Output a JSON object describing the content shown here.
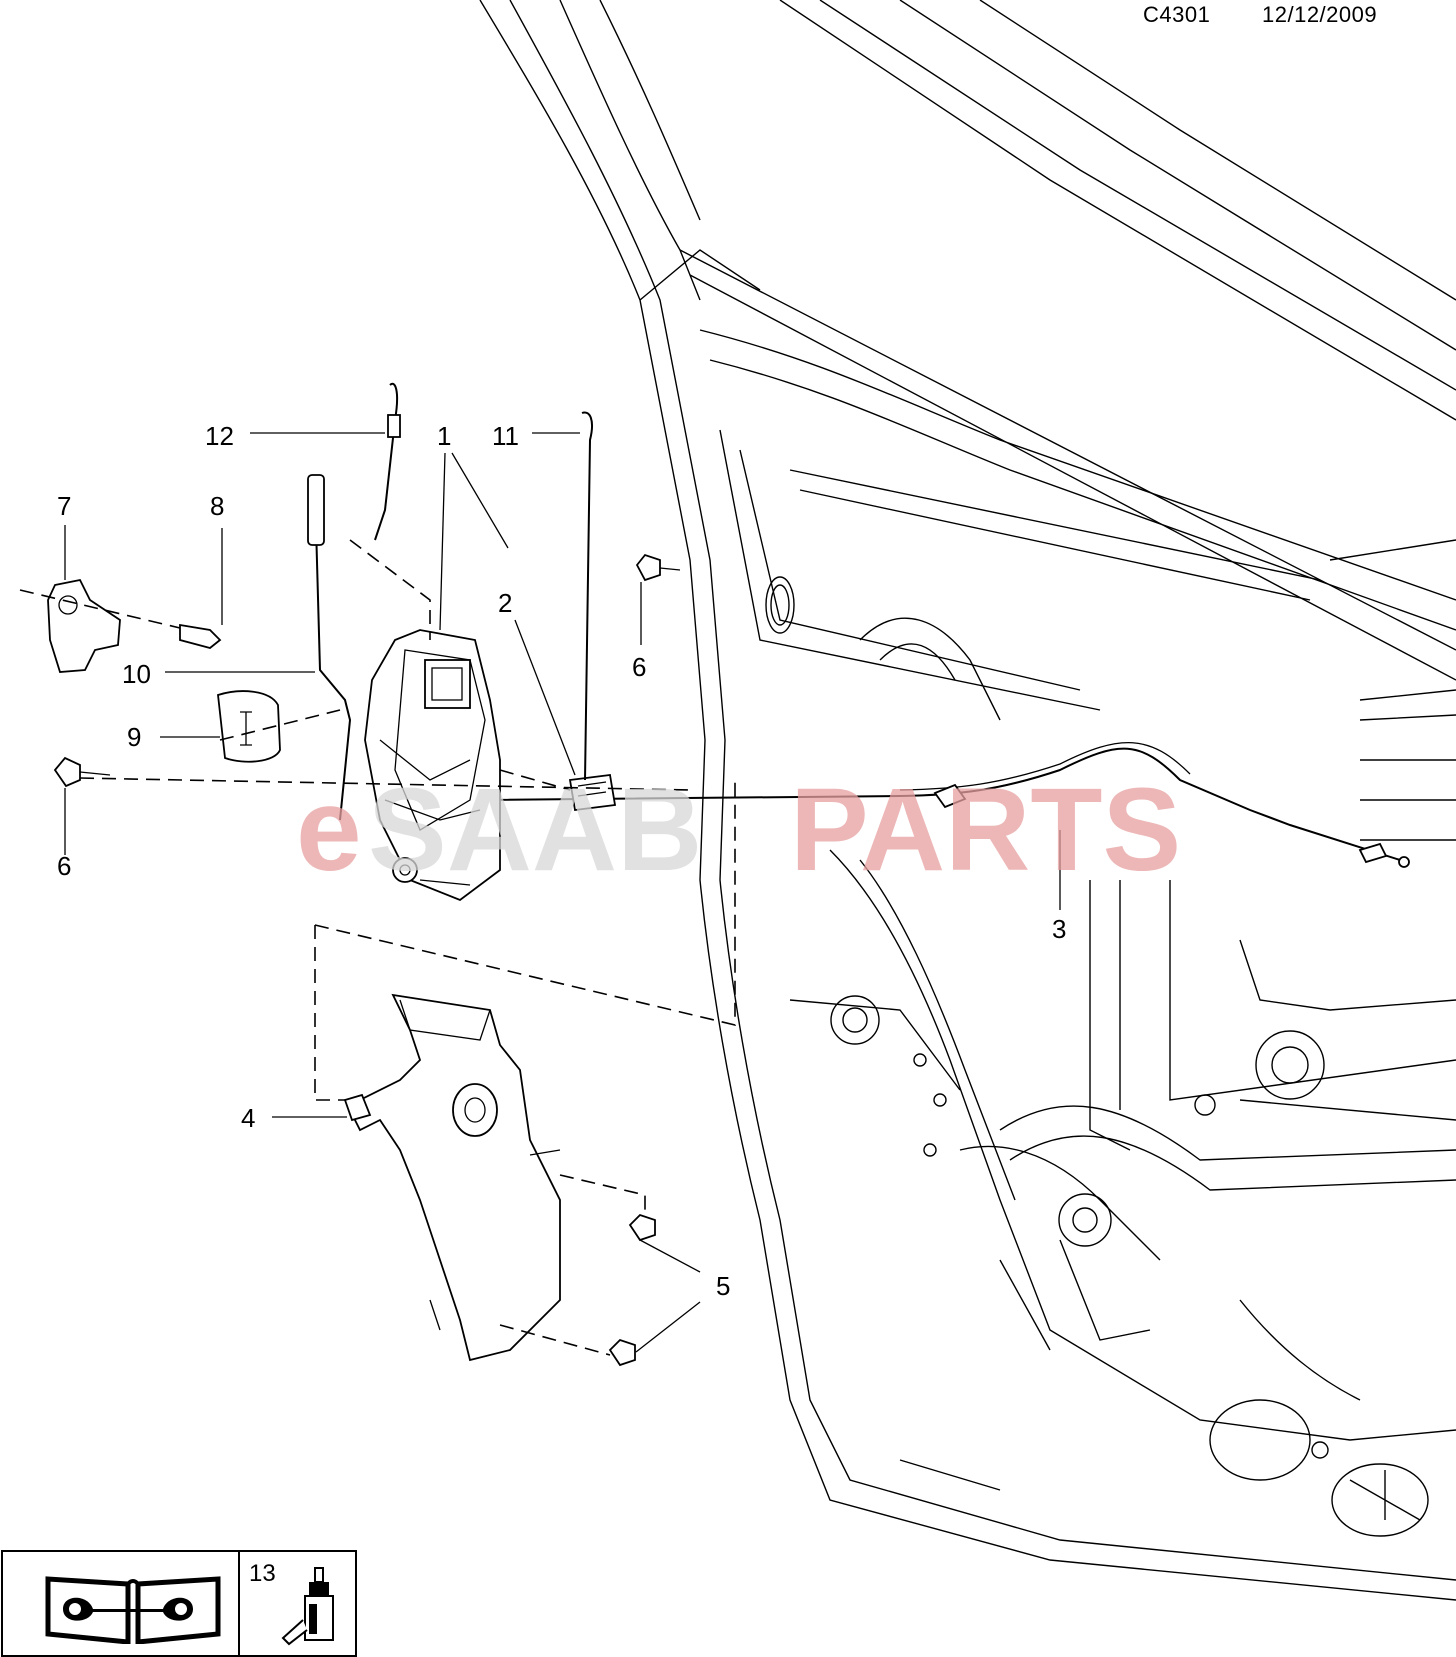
{
  "header": {
    "drawing_code": "C4301",
    "date": "12/12/2009"
  },
  "watermark": {
    "prefix": "e",
    "middle": "SAAB",
    "suffix": "PARTS",
    "color": "#e8a0a0"
  },
  "callouts": {
    "c1": "1",
    "c2": "2",
    "c3": "3",
    "c4": "4",
    "c5": "5",
    "c6a": "6",
    "c6b": "6",
    "c7": "7",
    "c8": "8",
    "c9": "9",
    "c10": "10",
    "c11": "11",
    "c12": "12"
  },
  "legend": {
    "manual_icon": "manual-wrench-book-icon",
    "item_number": "13",
    "item_icon": "lubricant-spray-can-icon"
  }
}
